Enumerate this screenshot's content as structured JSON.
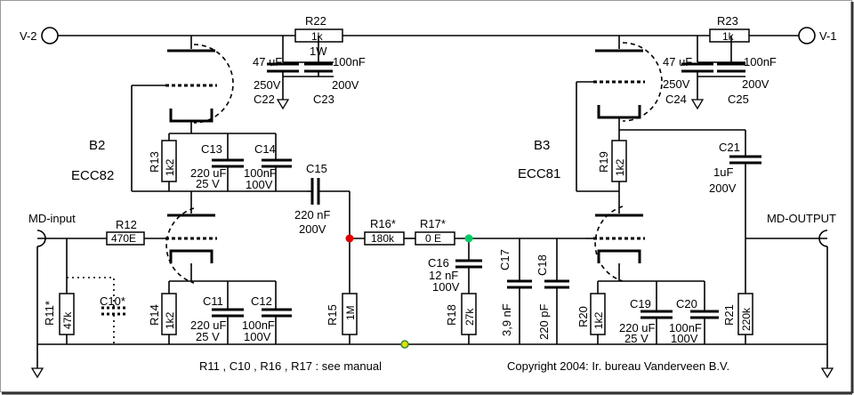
{
  "terminals": {
    "v2": "V-2",
    "v1": "V-1",
    "md_input": "MD-input",
    "md_output": "MD-OUTPUT"
  },
  "tubes": {
    "b2": {
      "ref": "B2",
      "type": "ECC82"
    },
    "b3": {
      "ref": "B3",
      "type": "ECC81"
    }
  },
  "parts": {
    "r22": {
      "ref": "R22",
      "value": "1k",
      "rating": "1W"
    },
    "r23": {
      "ref": "R23",
      "value": "1k"
    },
    "c22": {
      "ref": "C22",
      "value": "47 uF",
      "rating": "250V"
    },
    "c23": {
      "ref": "C23",
      "value": "100nF",
      "rating": "200V"
    },
    "c24": {
      "ref": "C24",
      "value": "47 uF",
      "rating": "250V"
    },
    "c25": {
      "ref": "C25",
      "value": "100nF",
      "rating": "200V"
    },
    "r13": {
      "ref": "R13",
      "value": "1k2"
    },
    "c13": {
      "ref": "C13",
      "value": "220 uF",
      "rating": "25 V"
    },
    "c14": {
      "ref": "C14",
      "value": "100nF",
      "rating": "100V"
    },
    "c15": {
      "ref": "C15",
      "value": "220 nF",
      "rating": "200V"
    },
    "r12": {
      "ref": "R12",
      "value": "470E"
    },
    "r11": {
      "ref": "R11*",
      "value": "47k"
    },
    "c10": {
      "ref": "C10*"
    },
    "r14": {
      "ref": "R14",
      "value": "1k2"
    },
    "c11": {
      "ref": "C11",
      "value": "220 uF",
      "rating": "25 V"
    },
    "c12": {
      "ref": "C12",
      "value": "100nF",
      "rating": "100V"
    },
    "r15": {
      "ref": "R15",
      "value": "1M"
    },
    "r16": {
      "ref": "R16*",
      "value": "180k"
    },
    "r17": {
      "ref": "R17*",
      "value": "0 E"
    },
    "c16": {
      "ref": "C16",
      "value": "12 nF",
      "rating": "100V"
    },
    "r18": {
      "ref": "R18",
      "value": "27k"
    },
    "c17": {
      "ref": "C17",
      "value": "3,9 nF"
    },
    "c18": {
      "ref": "C18",
      "value": "220 pF"
    },
    "r19": {
      "ref": "R19",
      "value": "1k2"
    },
    "c21": {
      "ref": "C21",
      "value": "1uF",
      "rating": "200V"
    },
    "r20": {
      "ref": "R20",
      "value": "1k2"
    },
    "c19": {
      "ref": "C19",
      "value": "220 uF",
      "rating": "25 V"
    },
    "c20": {
      "ref": "C20",
      "value": "100nF",
      "rating": "100V"
    },
    "r21": {
      "ref": "R21",
      "value": "220k"
    }
  },
  "notes": {
    "manual": "R11 , C10 , R16 , R17 : see manual",
    "copyright": "Copyright 2004: Ir. bureau Vanderveen B.V."
  },
  "colors": {
    "node_red": "#e00000",
    "node_green": "#00cc66",
    "node_ground": "#e0e000"
  }
}
